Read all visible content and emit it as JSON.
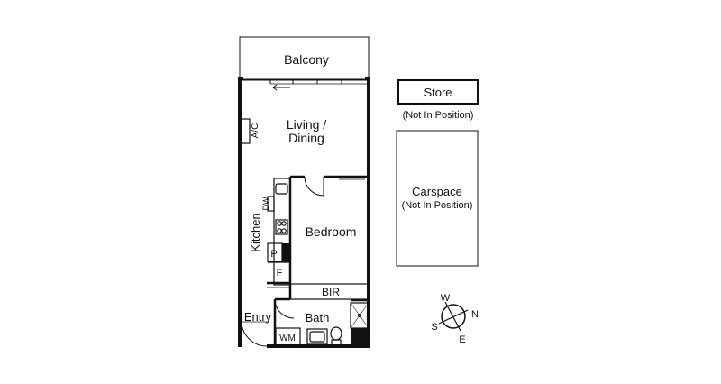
{
  "plan": {
    "balcony": "Balcony",
    "living": [
      "Living /",
      "Dining"
    ],
    "ac": "A/C",
    "kitchen": "Kitchen",
    "dw": "DW",
    "pantry": "P",
    "fridge": "F",
    "bedroom": "Bedroom",
    "bir": "BIR",
    "entry": "Entry",
    "bath": "Bath",
    "wm": "WM"
  },
  "store": {
    "label": "Store",
    "note": "(Not In Position)"
  },
  "carspace": {
    "label": "Carspace",
    "note": "(Not In Position)"
  },
  "compass": {
    "w": "W",
    "n": "N",
    "s": "S",
    "e": "E"
  },
  "colors": {
    "line": "#111111",
    "background": "#ffffff"
  }
}
